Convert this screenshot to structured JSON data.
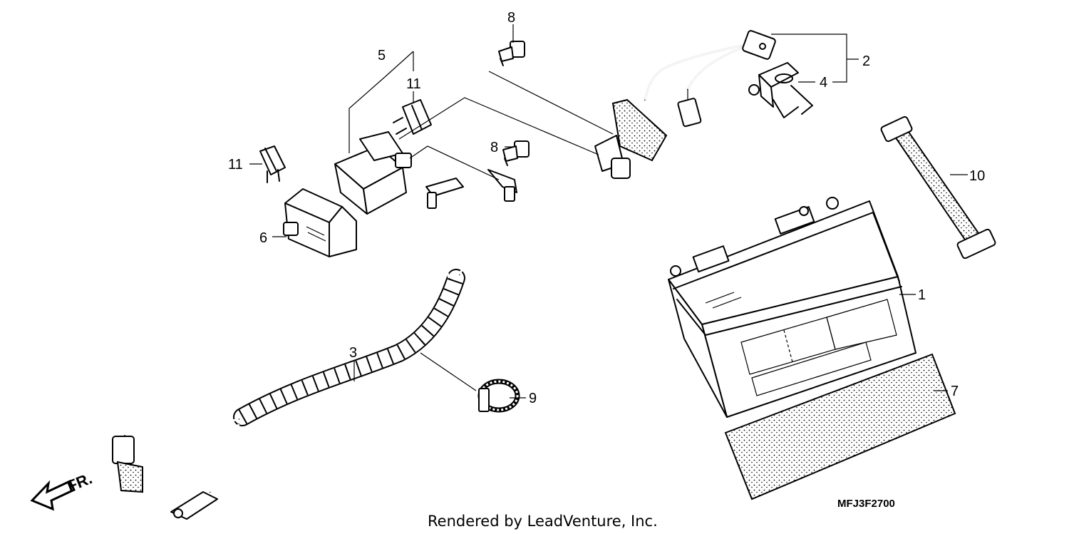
{
  "callouts": {
    "c1": "1",
    "c2": "2",
    "c3": "3",
    "c4": "4",
    "c5": "5",
    "c6": "6",
    "c7": "7",
    "c8a": "8",
    "c8b": "8",
    "c9": "9",
    "c10": "10",
    "c11a": "11",
    "c11b": "11"
  },
  "direction_label": "FR.",
  "diagram_code": "MFJ3F2700",
  "credit": "Rendered by LeadVenture, Inc."
}
